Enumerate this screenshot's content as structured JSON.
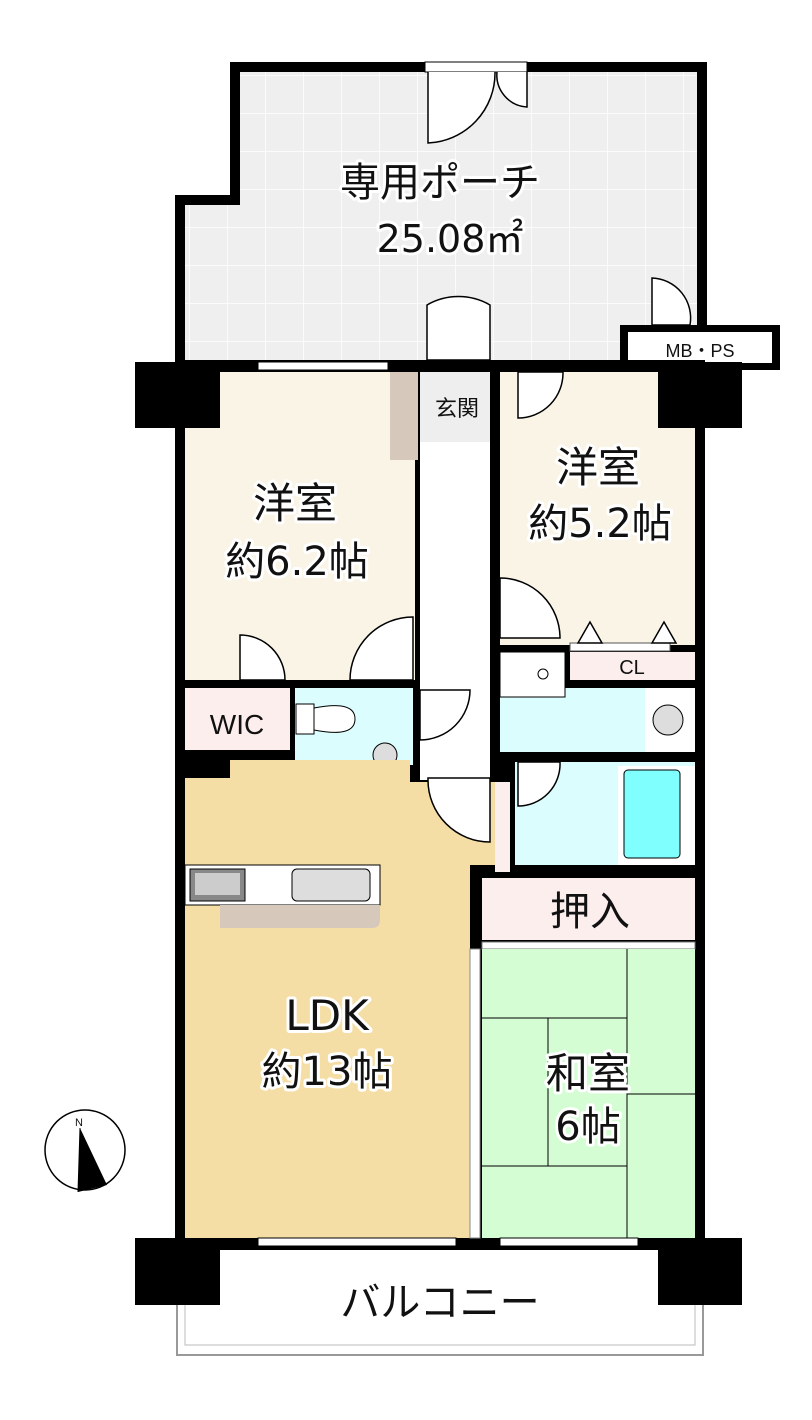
{
  "plan": {
    "porch": {
      "name": "専用ポーチ",
      "area": "25.08㎡"
    },
    "mbps": "MB・PS",
    "entrance": "玄関",
    "western_room_1": {
      "name": "洋室",
      "size": "約6.2帖"
    },
    "western_room_2": {
      "name": "洋室",
      "size": "約5.2帖"
    },
    "closet": "CL",
    "wic": "WIC",
    "ldk": {
      "name": "LDK",
      "size": "約13帖"
    },
    "oshiire": "押入",
    "japanese_room": {
      "name": "和室",
      "size": "6帖"
    },
    "balcony": "バルコニー",
    "north": "N"
  },
  "colors": {
    "porch": "#efefef",
    "western": "#f9f4e6",
    "ldk": "#f5dea6",
    "wet": "#dcfdfd",
    "tub": "#80ffff",
    "storage": "#fdeeee",
    "tatami": "#d4fdd4"
  }
}
